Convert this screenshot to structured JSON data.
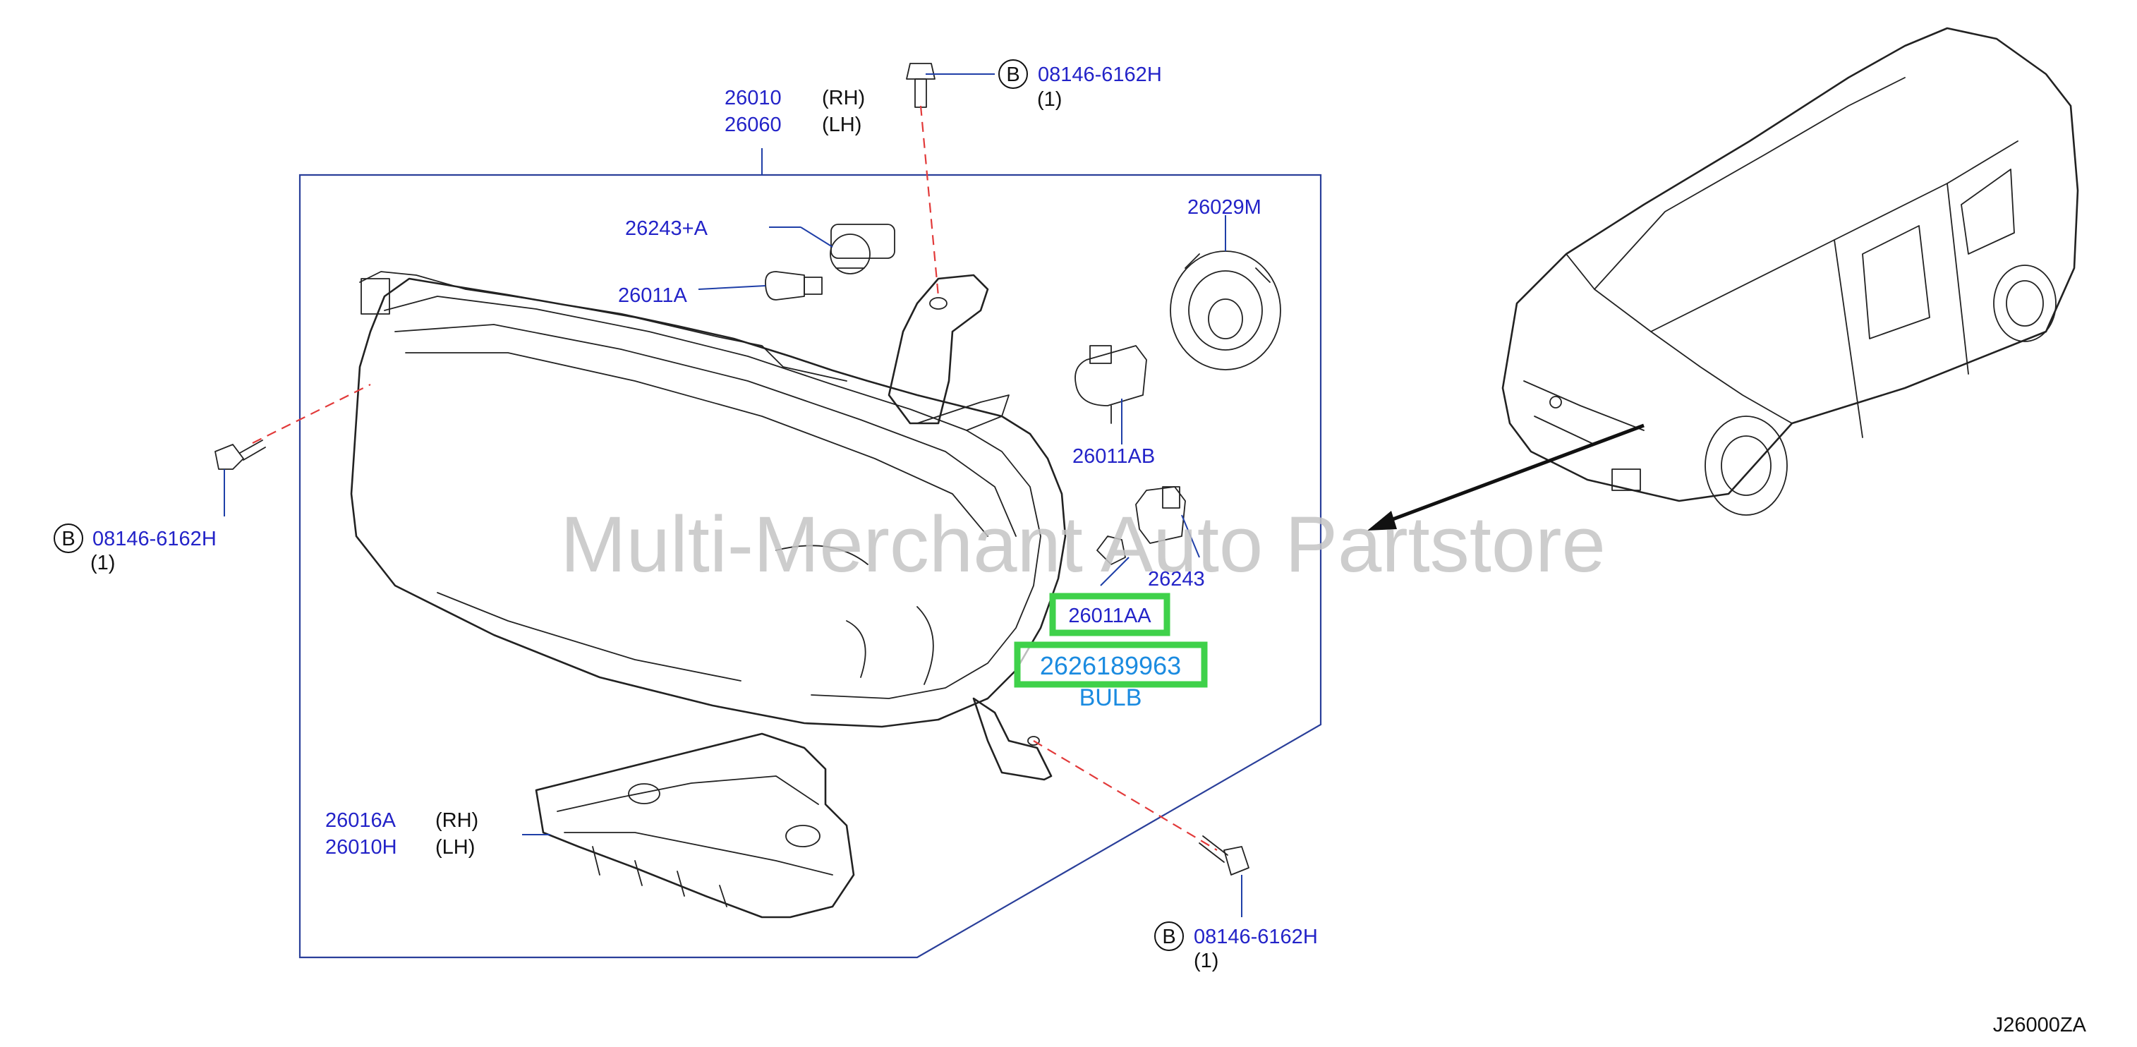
{
  "labels": {
    "housing_rh_part": "26010",
    "housing_rh_side": "(RH)",
    "housing_lh_part": "26060",
    "housing_lh_side": "(LH)",
    "socket_a": "26243+A",
    "bulb_a": "26011A",
    "cap": "26029M",
    "bulb_ab": "26011AB",
    "socket": "26243",
    "bulb_aa": "26011AA",
    "bracket_rh_part": "26016A",
    "bracket_rh_side": "(RH)",
    "bracket_lh_part": "26010H",
    "bracket_lh_side": "(LH)",
    "diagram_code": "J26000ZA"
  },
  "bolts": {
    "top": {
      "letter": "B",
      "part": "08146-6162H",
      "qty": "(1)"
    },
    "left": {
      "letter": "B",
      "part": "08146-6162H",
      "qty": "(1)"
    },
    "bottom": {
      "letter": "B",
      "part": "08146-6162H",
      "qty": "(1)"
    }
  },
  "highlight": {
    "number": "2626189963",
    "caption": "BULB"
  },
  "watermark": "Multi-Merchant Auto Partstore",
  "colors": {
    "part_label": "#2323c8",
    "highlight_border": "#3fd14a",
    "highlight_text": "#1b8be0",
    "leader_dash": "#e23a3a",
    "watermark": "#c4c4c4"
  }
}
